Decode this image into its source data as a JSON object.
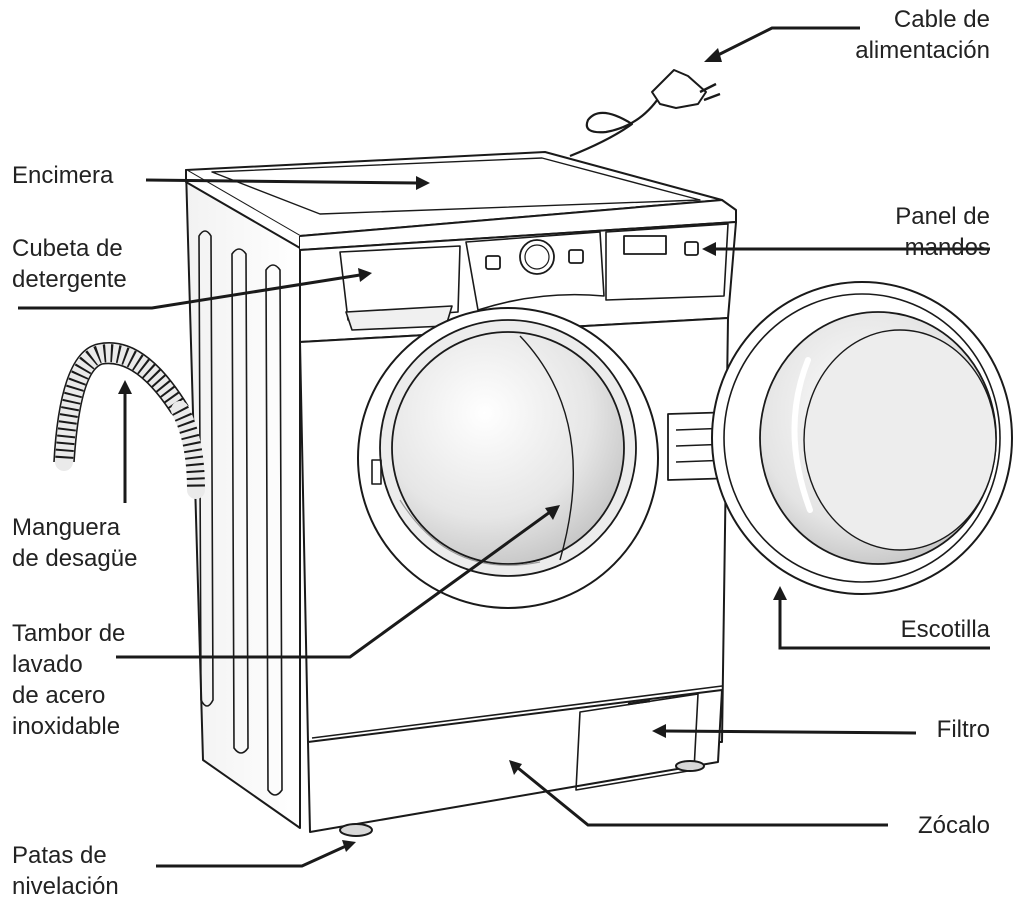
{
  "labels": {
    "cable": [
      "Cable de",
      "alimentación"
    ],
    "encimera": [
      "Encimera"
    ],
    "cubeta": [
      "Cubeta de",
      "detergente"
    ],
    "panel": [
      "Panel de",
      "mandos"
    ],
    "manguera": [
      "Manguera",
      "de desagüe"
    ],
    "tambor": [
      "Tambor de",
      "lavado",
      "de acero",
      "inoxidable"
    ],
    "escotilla": [
      "Escotilla"
    ],
    "filtro": [
      "Filtro"
    ],
    "zocalo": [
      "Zócalo"
    ],
    "patas": [
      "Patas de",
      "nivelación"
    ]
  },
  "colors": {
    "line": "#1a1a1a",
    "text": "#222222",
    "glass_light": "#f4f4f4",
    "glass_dark": "#bfbfbf"
  },
  "icons": {
    "machine": "washing-machine-illustration",
    "plug": "power-plug-icon",
    "hose": "drain-hose-icon"
  }
}
